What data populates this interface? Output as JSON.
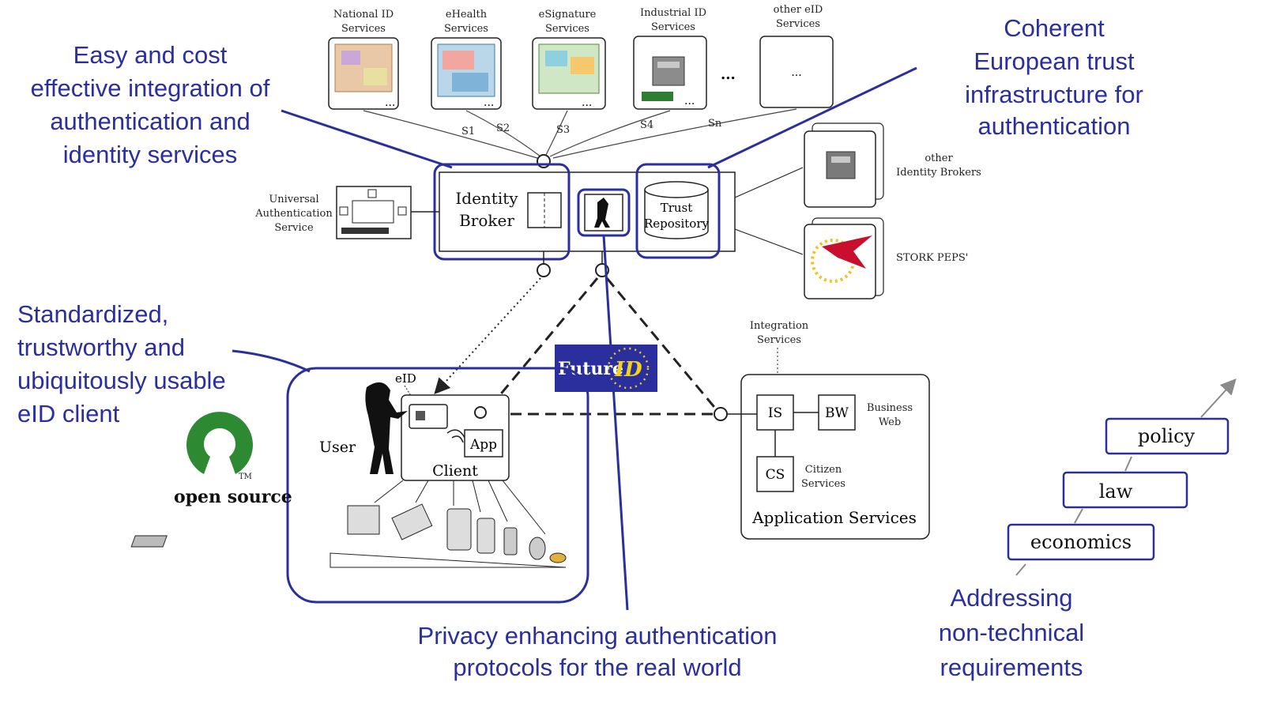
{
  "services": [
    {
      "label_1": "National ID",
      "label_2": "Services",
      "dots": "..."
    },
    {
      "label_1": "eHealth",
      "label_2": "Services",
      "dots": "..."
    },
    {
      "label_1": "eSignature",
      "label_2": "Services",
      "dots": "..."
    },
    {
      "label_1": "Industrial ID",
      "label_2": "Services",
      "dots": "..."
    },
    {
      "label_1": "other eID",
      "label_2": "Services",
      "dots": "..."
    }
  ],
  "between_dots": "...",
  "service_links": [
    "S1",
    "S2",
    "S3",
    "S4",
    "Sn"
  ],
  "callouts": {
    "integration": [
      "Easy and cost",
      "effective integration of",
      "authentication and",
      "identity services"
    ],
    "trust": [
      "Coherent",
      "European trust",
      "infrastructure for",
      "authentication"
    ],
    "client": [
      "Standardized,",
      "trustworthy and",
      "ubiquitously usable",
      "eID client"
    ],
    "privacy": [
      "Privacy enhancing authentication",
      "protocols for the real world"
    ],
    "nontech": [
      "Addressing",
      "non-technical",
      "requirements"
    ]
  },
  "broker": {
    "identity_broker": [
      "Identity",
      "Broker"
    ],
    "trust_repository": [
      "Trust",
      "Repository"
    ]
  },
  "universal_auth": [
    "Universal",
    "Authentication",
    "Service"
  ],
  "other_brokers": [
    "other",
    "Identity Brokers"
  ],
  "stork": "STORK PEPS'",
  "client_area": {
    "eid": "eID",
    "user": "User",
    "app": "App",
    "client": "Client"
  },
  "futureid": {
    "part1": "Future",
    "part2": "ID"
  },
  "opensource": {
    "text": "open source",
    "tm": "TM"
  },
  "application_services": {
    "integration": [
      "Integration",
      "Services"
    ],
    "is": "IS",
    "bw": "BW",
    "business_web": [
      "Business",
      "Web"
    ],
    "cs": "CS",
    "citizen": [
      "Citizen",
      "Services"
    ],
    "title": "Application Services"
  },
  "stairs": [
    "policy",
    "law",
    "economics"
  ],
  "colors": {
    "accent": "#2b2f9e",
    "futureid_bg": "#2b2f9e",
    "futureid_star": "#f3d21c",
    "opensource_green": "#2e8a32"
  }
}
